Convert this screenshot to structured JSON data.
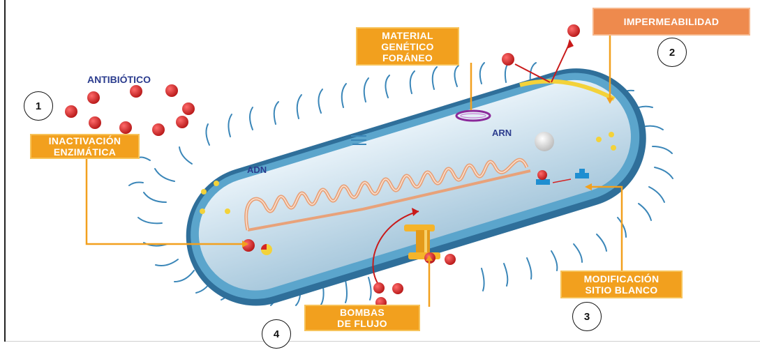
{
  "labels": {
    "antibiotic": "ANTIBIÓTICO",
    "enzymatic": "INACTIVACIÓN\nENZIMÁTICA",
    "foreign_genetic": "MATERIAL\nGENÉTICO\nFORÁNEO",
    "impermeability": "IMPERMEABILIDAD",
    "target_mod": "MODIFICACIÓN\nSITIO BLANCO",
    "efflux": "BOMBAS\nDE FLUJO",
    "adn": "ADN",
    "arn": "ARN"
  },
  "markers": [
    "1",
    "2",
    "3",
    "4"
  ],
  "colors": {
    "label_bg": "#f2a01e",
    "antibiotic_red": "#d42424",
    "cell_blue": "#2f6f9a",
    "dna": "#e8a27a",
    "text_blue": "#2b3c8e"
  }
}
